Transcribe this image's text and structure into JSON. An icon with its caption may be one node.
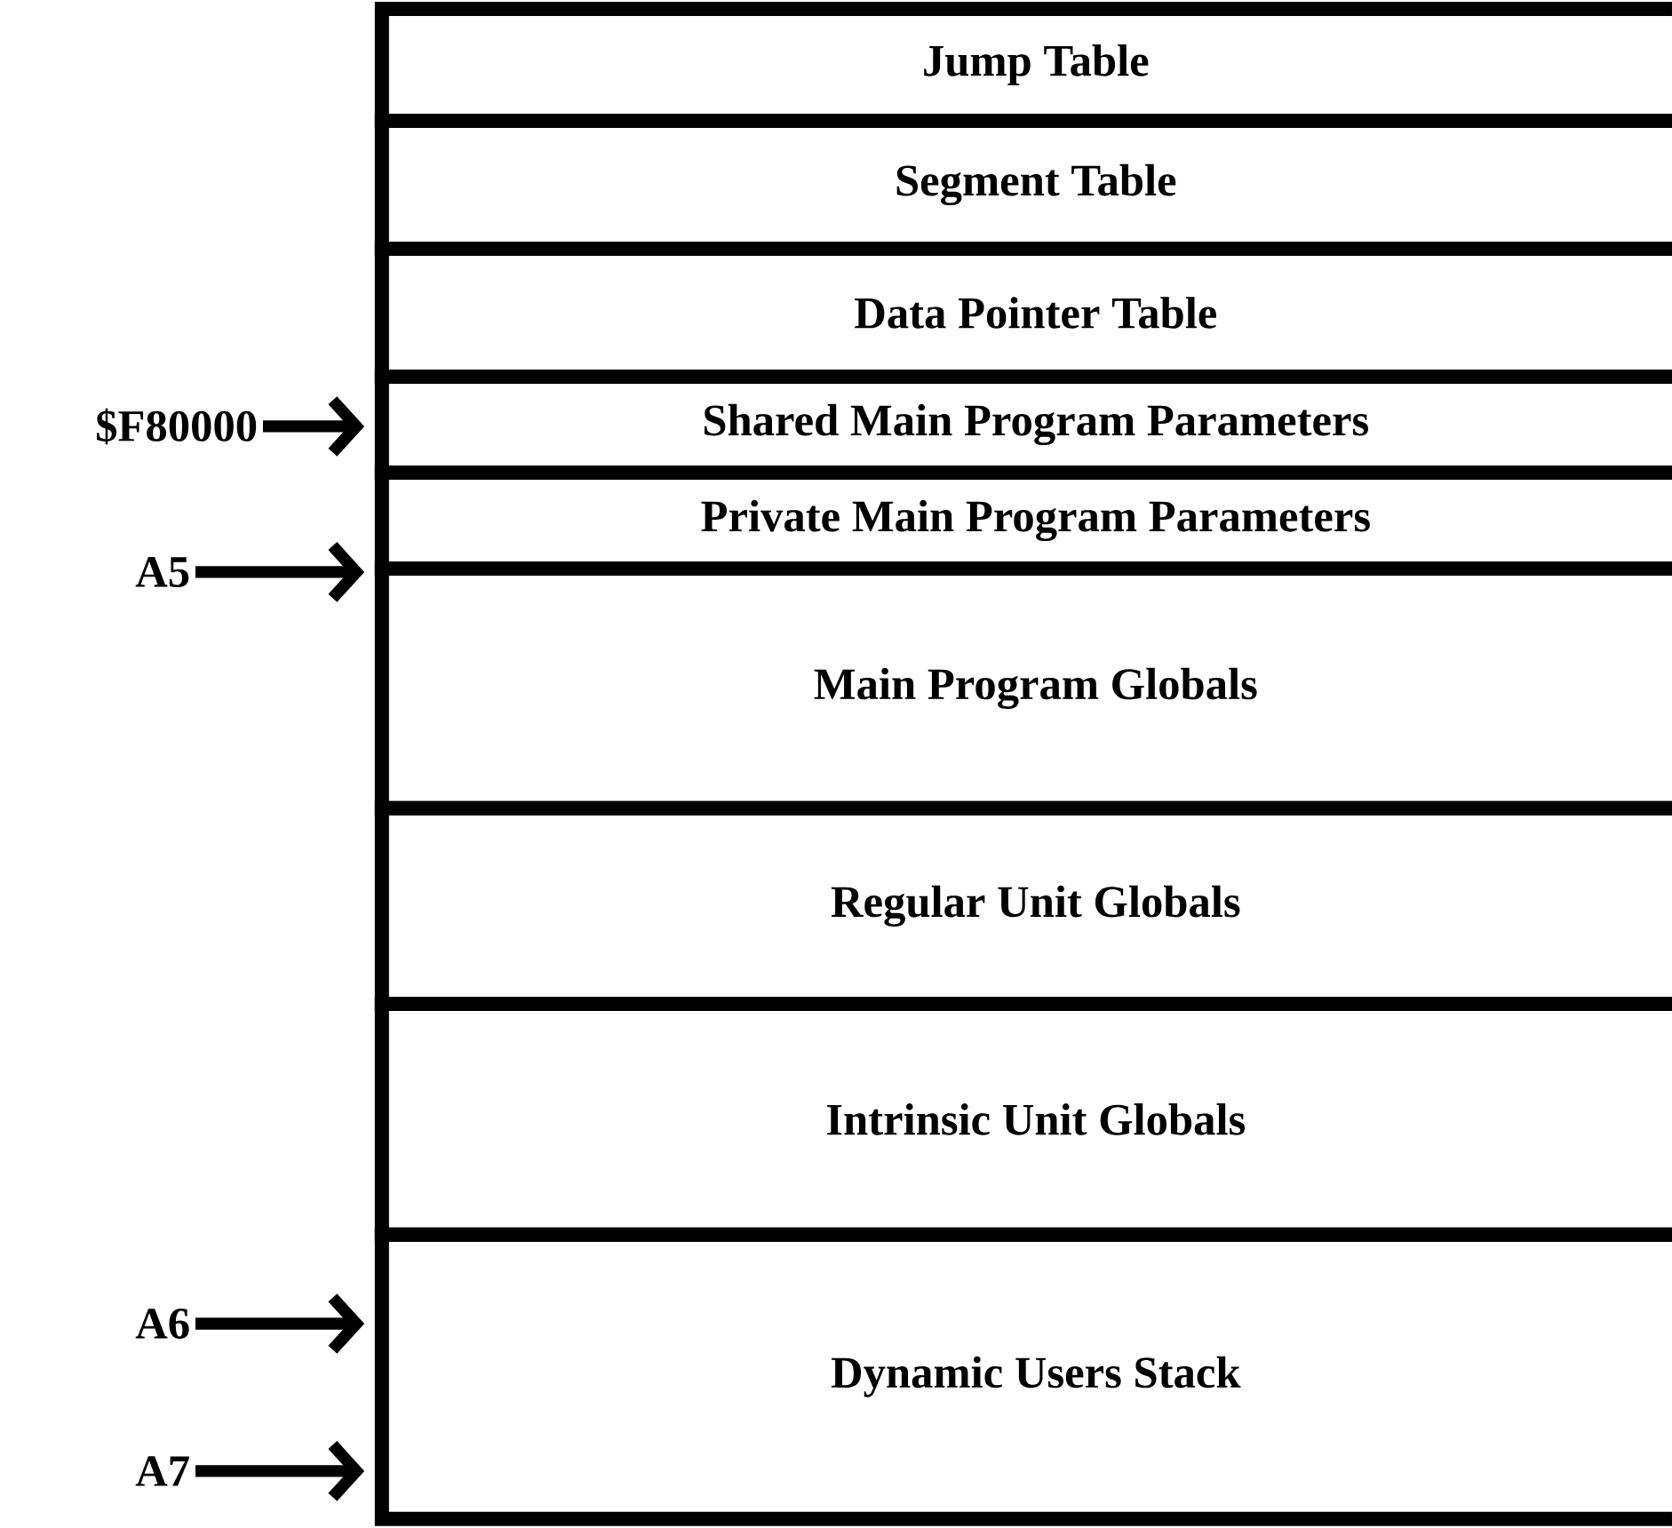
{
  "diagram": {
    "nodes": [
      {
        "text": [
          "Jump Table"
        ]
      },
      {
        "text": [
          "Segment Table"
        ]
      },
      {
        "text": [
          "Data Pointer Table"
        ]
      },
      {
        "text": [
          "Shared Main Program Parameters"
        ]
      },
      {
        "text": [
          "Private Main Program Parameters"
        ]
      },
      {
        "text": [
          "Main Program Globals"
        ]
      },
      {
        "text": [
          "Regular Unit Globals"
        ]
      },
      {
        "text": [
          "Intrinsic Unit Globals"
        ]
      },
      {
        "text": [
          "Dynamic Users Stack"
        ]
      },
      {
        "text": [
          "$F80000"
        ]
      },
      {
        "text": [
          "A5"
        ]
      },
      {
        "text": [
          "A6"
        ]
      },
      {
        "text": [
          "A7"
        ]
      }
    ],
    "edges": [
      {
        "from": 9,
        "to": null,
        "arrow": "to"
      },
      {
        "from": 10,
        "to": null,
        "arrow": "to"
      },
      {
        "from": 11,
        "to": null,
        "arrow": "to"
      },
      {
        "from": 12,
        "to": null,
        "arrow": "to"
      }
    ]
  }
}
